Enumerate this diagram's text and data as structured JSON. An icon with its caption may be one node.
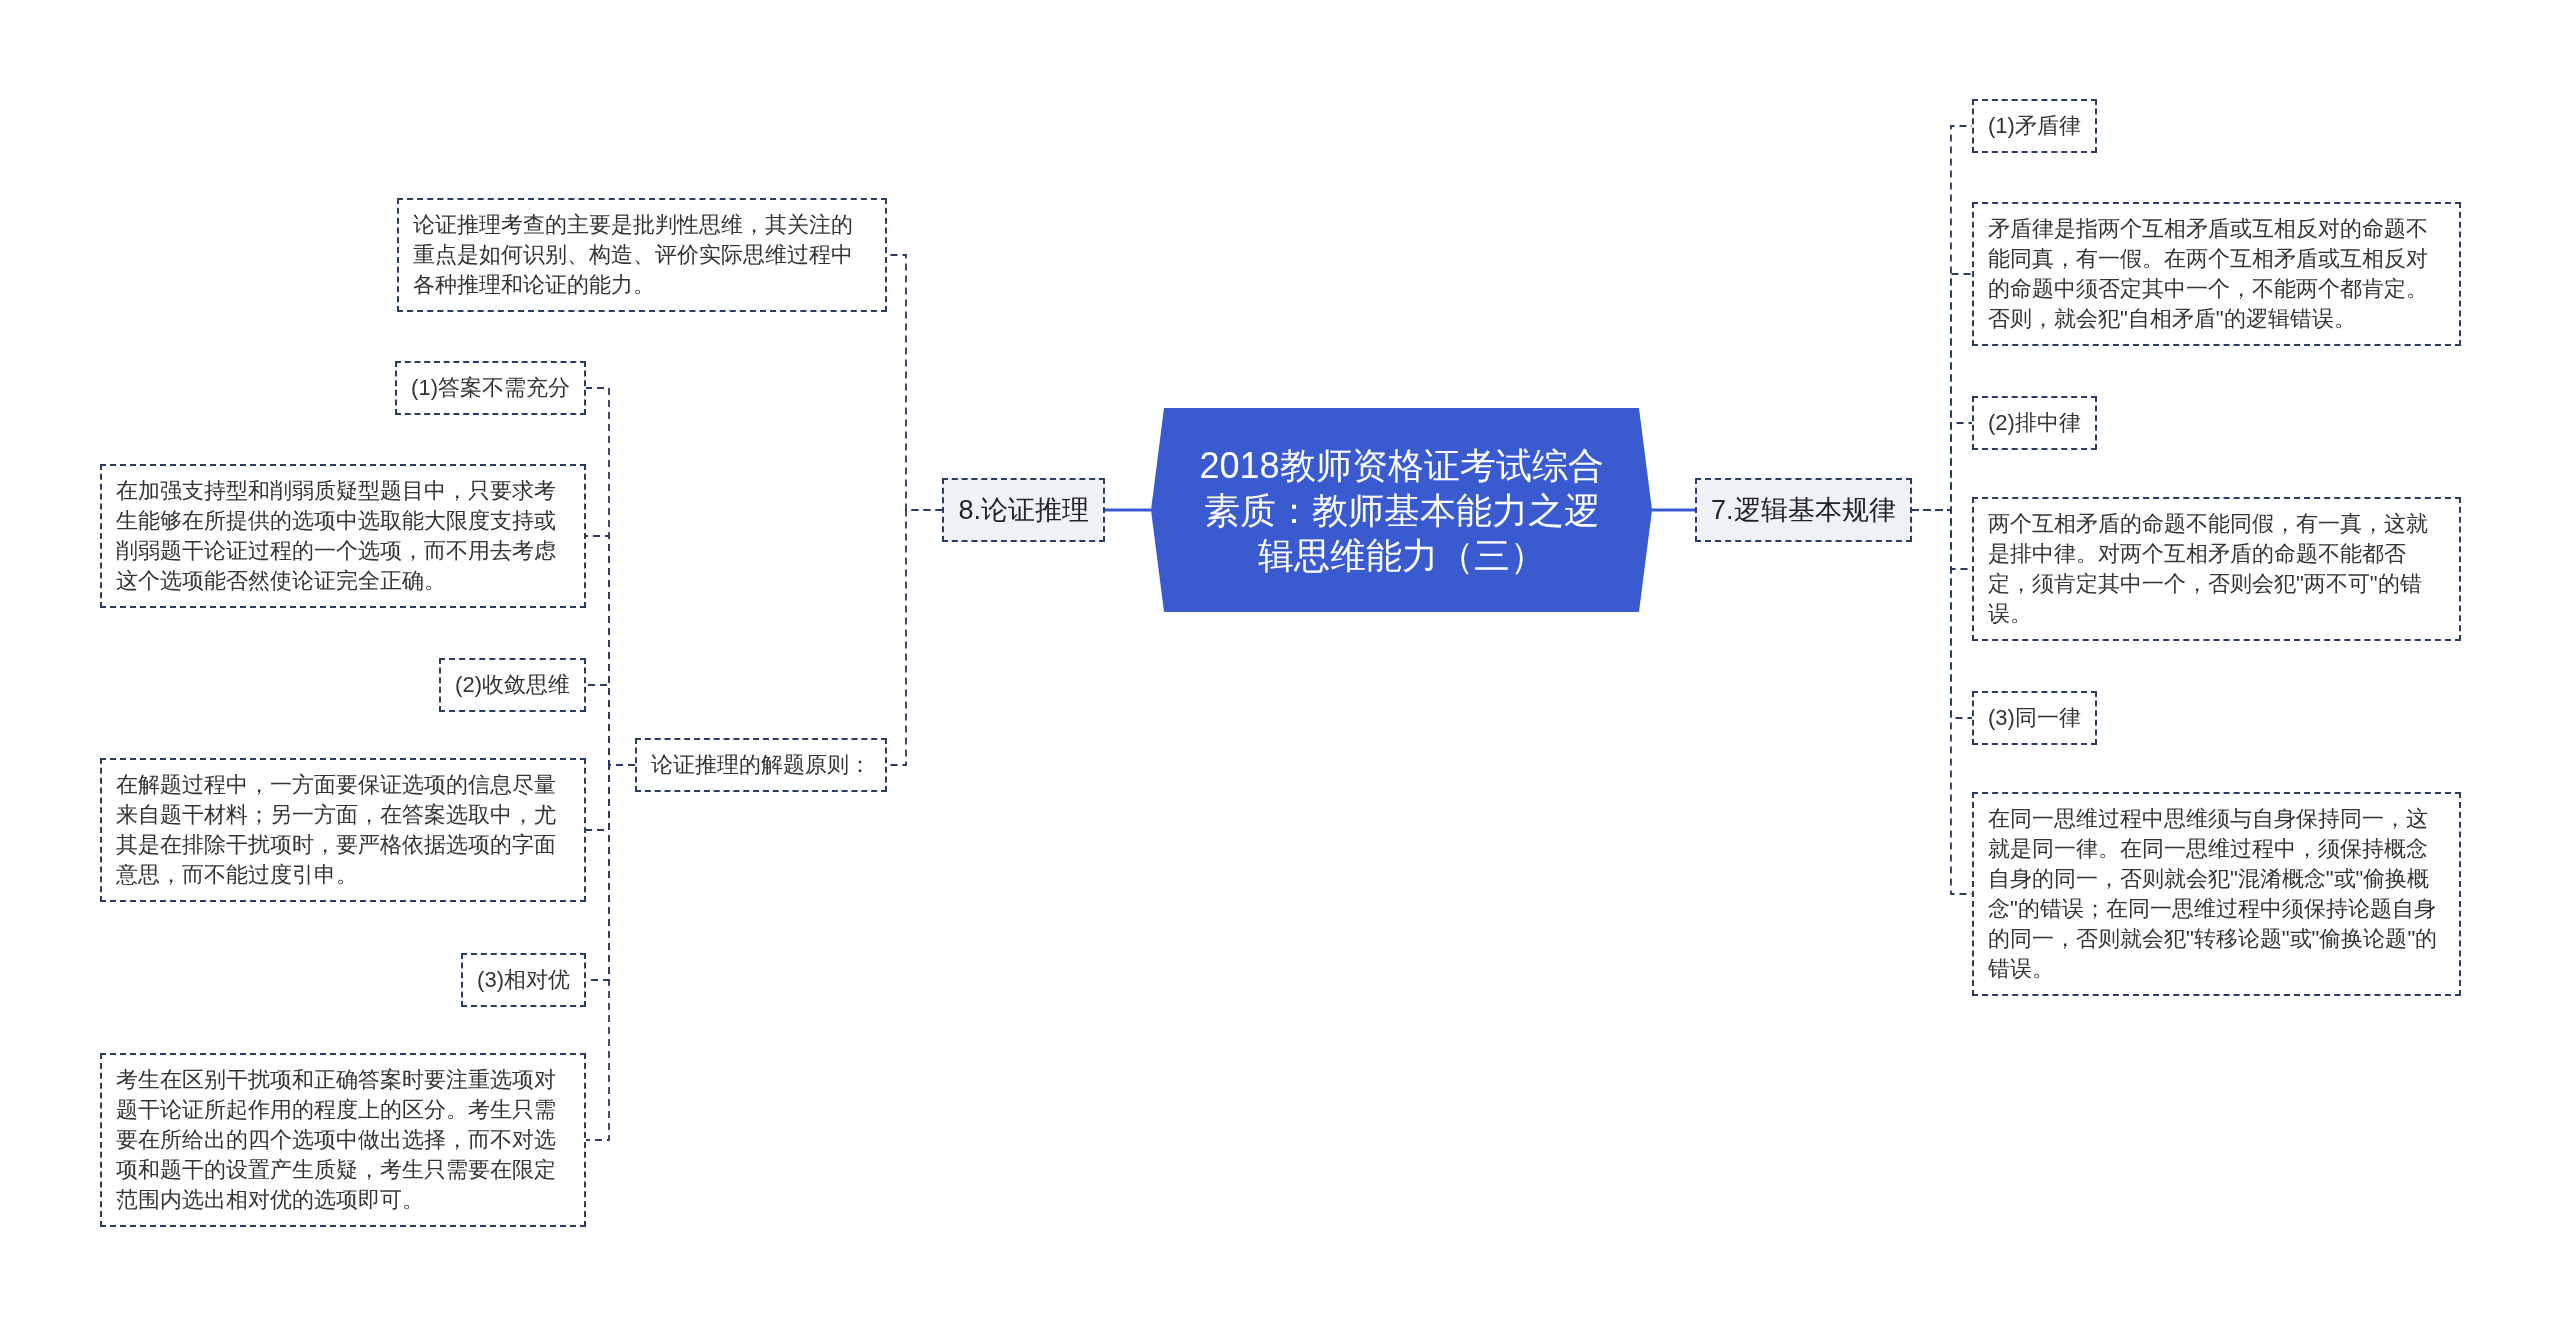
{
  "diagram": {
    "nodes": [
      {
        "text": [
          "2018教师资格证考试综合素质：教师基本能力之逻辑思维能力（三）"
        ]
      },
      {
        "text": [
          "8.论证推理"
        ]
      },
      {
        "text": [
          "论证推理考查的主要是批判性思维，其关注的重点是如何识别、构造、评价实际思维过程中各种推理和论证的能力。"
        ]
      },
      {
        "text": [
          "论证推理的解题原则："
        ]
      },
      {
        "text": [
          "(1)答案不需充分"
        ]
      },
      {
        "text": [
          "在加强支持型和削弱质疑型题目中，只要求考生能够在所提供的选项中选取能大限度支持或削弱题干论证过程的一个选项，而不用去考虑这个选项能否然使论证完全正确。"
        ]
      },
      {
        "text": [
          "(2)收敛思维"
        ]
      },
      {
        "text": [
          "在解题过程中，一方面要保证选项的信息尽量来自题干材料；另一方面，在答案选取中，尤其是在排除干扰项时，要严格依据选项的字面意思，而不能过度引申。"
        ]
      },
      {
        "text": [
          "(3)相对优"
        ]
      },
      {
        "text": [
          "考生在区别干扰项和正确答案时要注重选项对题干论证所起作用的程度上的区分。考生只需要在所给出的四个选项中做出选择，而不对选项和题干的设置产生质疑，考生只需要在限定范围内选出相对优的选项即可。"
        ]
      },
      {
        "text": [
          "7.逻辑基本规律"
        ]
      },
      {
        "text": [
          "(1)矛盾律"
        ]
      },
      {
        "text": [
          "矛盾律是指两个互相矛盾或互相反对的命题不能同真，有一假。在两个互相矛盾或互相反对的命题中须否定其中一个，不能两个都肯定。否则，就会犯\"自相矛盾\"的逻辑错误。"
        ]
      },
      {
        "text": [
          "(2)排中律"
        ]
      },
      {
        "text": [
          "两个互相矛盾的命题不能同假，有一真，这就是排中律。对两个互相矛盾的命题不能都否定，须肯定其中一个，否则会犯\"两不可\"的错误。"
        ]
      },
      {
        "text": [
          "(3)同一律"
        ]
      },
      {
        "text": [
          "在同一思维过程中思维须与自身保持同一，这就是同一律。在同一思维过程中，须保持概念自身的同一，否则就会犯\"混淆概念\"或\"偷换概念\"的错误；在同一思维过程中须保持论题自身的同一，否则就会犯\"转移论题\"或\"偷换论题\"的错误。"
        ]
      }
    ],
    "edges": [
      {
        "from": 0,
        "to": 1,
        "arrow": "none",
        "color": "#3a5bd0"
      },
      {
        "from": 0,
        "to": 10,
        "arrow": "none",
        "color": "#3a5bd0"
      },
      {
        "from": 1,
        "to": 2,
        "arrow": "none",
        "style": "dashed"
      },
      {
        "from": 1,
        "to": 3,
        "arrow": "none",
        "style": "dashed"
      },
      {
        "from": 3,
        "to": 4,
        "arrow": "none",
        "style": "dashed"
      },
      {
        "from": 3,
        "to": 5,
        "arrow": "none",
        "style": "dashed"
      },
      {
        "from": 3,
        "to": 6,
        "arrow": "none",
        "style": "dashed"
      },
      {
        "from": 3,
        "to": 7,
        "arrow": "none",
        "style": "dashed"
      },
      {
        "from": 3,
        "to": 8,
        "arrow": "none",
        "style": "dashed"
      },
      {
        "from": 3,
        "to": 9,
        "arrow": "none",
        "style": "dashed"
      },
      {
        "from": 10,
        "to": 11,
        "arrow": "none",
        "style": "dashed"
      },
      {
        "from": 10,
        "to": 12,
        "arrow": "none",
        "style": "dashed"
      },
      {
        "from": 10,
        "to": 13,
        "arrow": "none",
        "style": "dashed"
      },
      {
        "from": 10,
        "to": 14,
        "arrow": "none",
        "style": "dashed"
      },
      {
        "from": 10,
        "to": 15,
        "arrow": "none",
        "style": "dashed"
      },
      {
        "from": 10,
        "to": 16,
        "arrow": "none",
        "style": "dashed"
      }
    ]
  }
}
